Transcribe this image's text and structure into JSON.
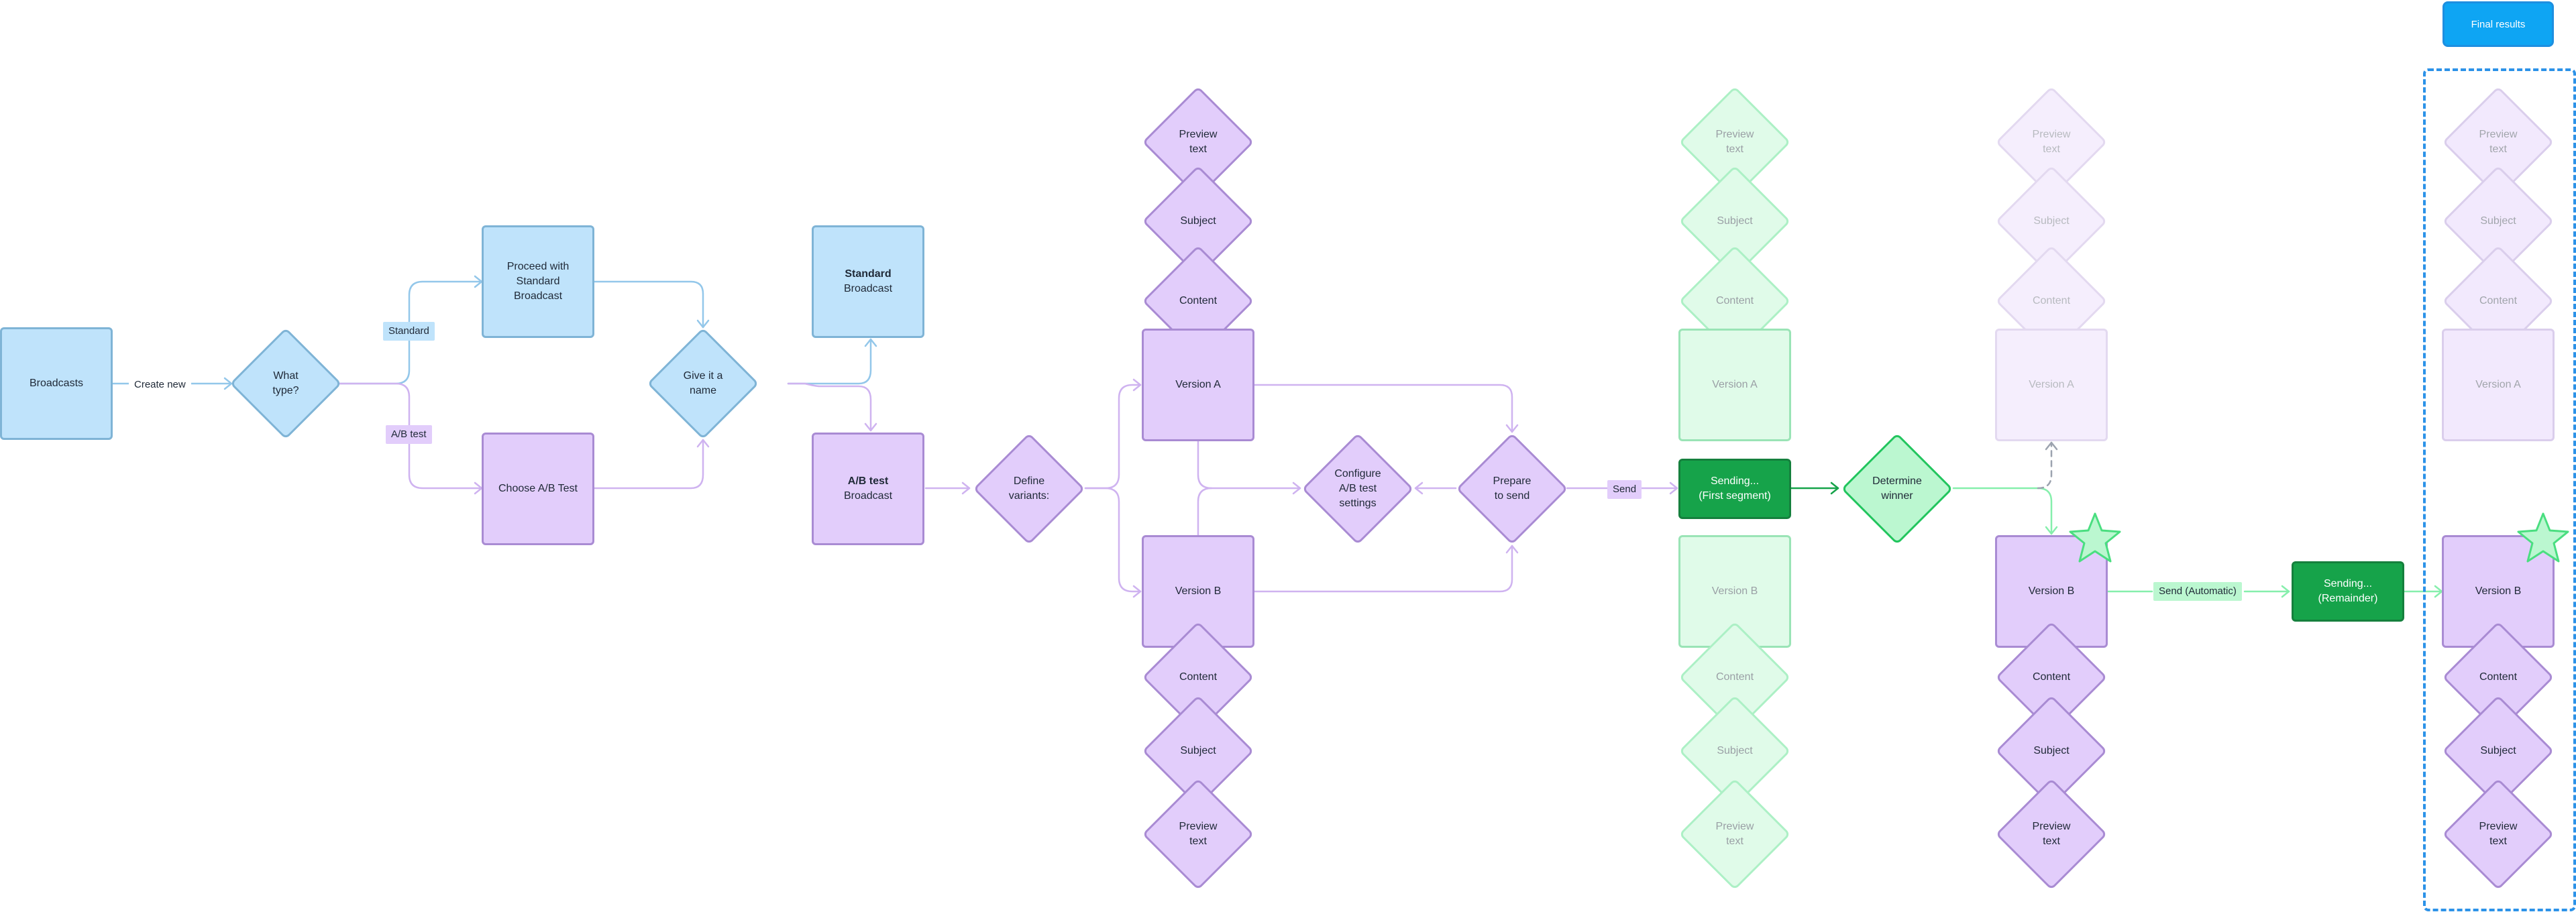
{
  "nodes": {
    "broadcasts": "Broadcasts",
    "what_type": "What\ntype?",
    "proceed_standard": "Proceed with\nStandard\nBroadcast",
    "choose_ab": "Choose A/B Test",
    "give_name": "Give it a\nname",
    "standard_bold": "Standard",
    "standard_sub": "Broadcast",
    "abtest_bold": "A/B test",
    "abtest_sub": "Broadcast",
    "define_variants": "Define\nvariants:",
    "version_a": "Version A",
    "version_b": "Version B",
    "preview_text": "Preview\ntext",
    "subject": "Subject",
    "content": "Content",
    "configure": "Configure\nA/B test\nsettings",
    "prepare": "Prepare\nto send",
    "sending_first": "Sending...\n(First segment)",
    "determine_winner": "Determine\nwinner",
    "sending_remainder": "Sending...\n(Remainder)"
  },
  "labels": {
    "create_new": "Create new",
    "standard": "Standard",
    "ab_test": "A/B test",
    "send": "Send",
    "send_automatic": "Send (Automatic)"
  },
  "final_results": "Final results",
  "colors": {
    "blue_fill": "#bfe3fb",
    "purple_fill": "#e2cdfb",
    "green_dark": "#16a34a",
    "green_light": "#bbf7d0",
    "accent_blue": "#0ea5f3"
  }
}
